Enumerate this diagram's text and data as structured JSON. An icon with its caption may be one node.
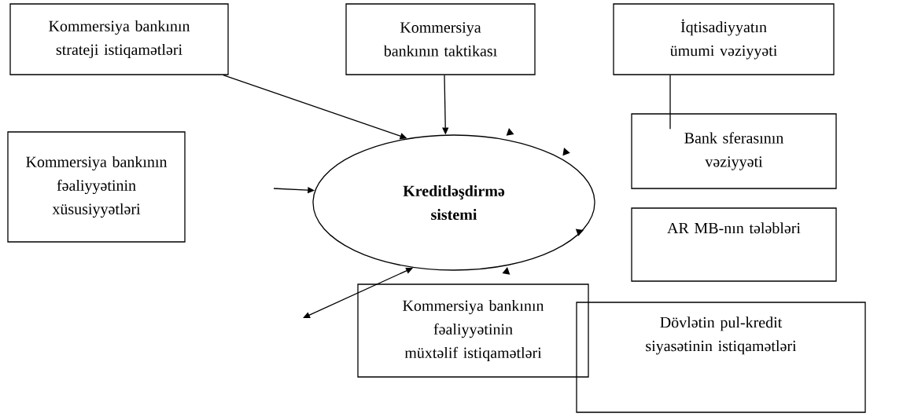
{
  "diagram": {
    "nodes": [
      {
        "text": [
          "Kommersiya bankının strateji istiqamətləri"
        ]
      },
      {
        "text": [
          "Kommersiya bankının taktikası"
        ]
      },
      {
        "text": [
          "İqtisadiyyatın ümumi vəziyyəti"
        ]
      },
      {
        "text": [
          "Kommersiya bankının fəaliyyətinin xüsusiyyətləri"
        ]
      },
      {
        "text": [
          "Kreditləşdirmə sistemi"
        ]
      },
      {
        "text": [
          "Bank sferasının vəziyyəti"
        ]
      },
      {
        "text": [
          "AR MB-nın tələbləri"
        ]
      },
      {
        "text": [
          "Kommersiya bankının fəaliyyətinin müxtəlif istiqamətləri"
        ]
      },
      {
        "text": [
          "Dövlətin pul-kredit siyasətinin istiqamətləri"
        ]
      }
    ],
    "edges": [
      {
        "from": 0,
        "to": 4,
        "arrow": "to"
      },
      {
        "from": 1,
        "to": 4,
        "arrow": "to"
      },
      {
        "from": null,
        "to": 4,
        "arrow": "to"
      },
      {
        "from": null,
        "to": 4,
        "arrow": "both"
      },
      {
        "from": 2,
        "to": 5,
        "arrow": "none"
      }
    ]
  }
}
